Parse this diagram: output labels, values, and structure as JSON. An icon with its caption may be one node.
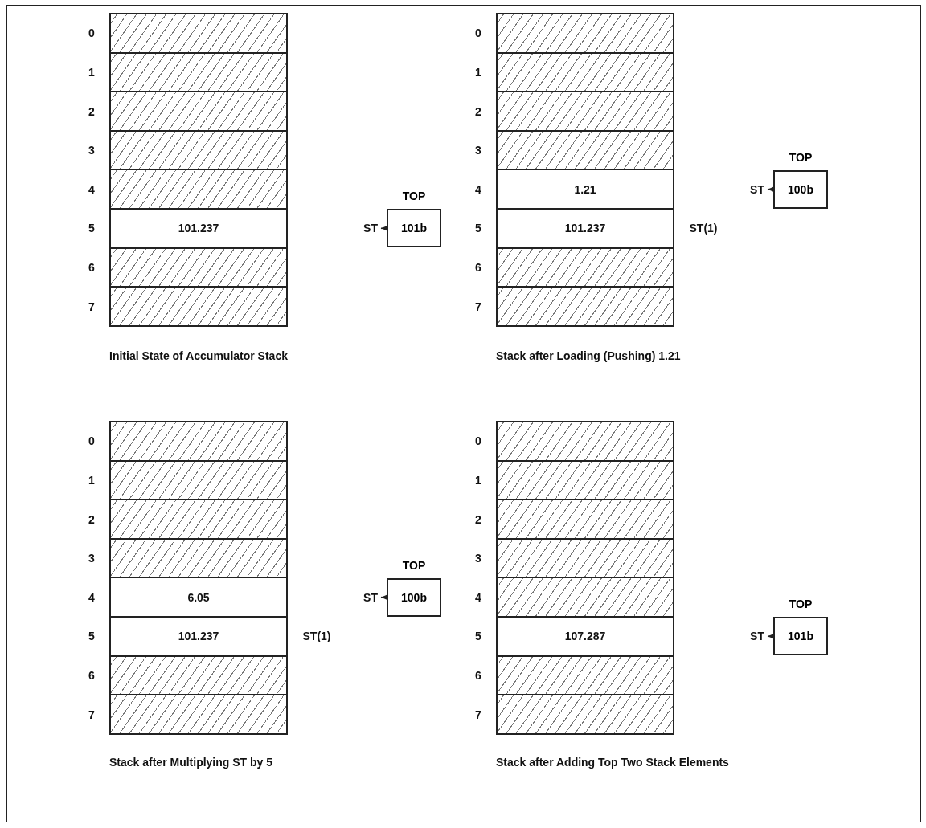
{
  "diagram": {
    "nodes": [
      {
        "text": [],
        "shape": "box",
        "beside": [
          "0"
        ]
      },
      {
        "text": [],
        "shape": "box",
        "beside": [
          "1"
        ]
      },
      {
        "text": [],
        "shape": "box",
        "beside": [
          "2"
        ]
      },
      {
        "text": [],
        "shape": "box",
        "beside": [
          "3"
        ]
      },
      {
        "text": [],
        "shape": "box",
        "beside": [
          "4"
        ]
      },
      {
        "text": [
          "101.237"
        ],
        "beside": [
          "5"
        ]
      },
      {
        "text": [],
        "shape": "box",
        "beside": [
          "6"
        ]
      },
      {
        "text": [],
        "shape": "box",
        "beside": [
          "7"
        ]
      },
      {
        "text": [
          "ST"
        ]
      },
      {
        "text": [
          "TOP",
          "101b"
        ]
      },
      {
        "text": [],
        "shape": "box",
        "beside": [
          "0"
        ]
      },
      {
        "text": [],
        "shape": "box",
        "beside": [
          "1"
        ]
      },
      {
        "text": [],
        "shape": "box",
        "beside": [
          "2"
        ]
      },
      {
        "text": [],
        "shape": "box",
        "beside": [
          "3"
        ]
      },
      {
        "text": [
          "1.21"
        ],
        "beside": [
          "4"
        ]
      },
      {
        "text": [
          "101.237"
        ],
        "beside": [
          "5"
        ]
      },
      {
        "text": [],
        "shape": "box",
        "beside": [
          "6"
        ]
      },
      {
        "text": [],
        "shape": "box",
        "beside": [
          "7"
        ]
      },
      {
        "text": [
          "ST"
        ]
      },
      {
        "text": [
          "TOP",
          "100b"
        ]
      },
      {
        "text": [],
        "shape": "box",
        "beside": [
          "0"
        ]
      },
      {
        "text": [],
        "shape": "box",
        "beside": [
          "1"
        ]
      },
      {
        "text": [],
        "shape": "box",
        "beside": [
          "2"
        ]
      },
      {
        "text": [],
        "shape": "box",
        "beside": [
          "3"
        ]
      },
      {
        "text": [
          "6.05"
        ],
        "beside": [
          "4"
        ]
      },
      {
        "text": [
          "101.237"
        ],
        "beside": [
          "5"
        ]
      },
      {
        "text": [],
        "shape": "box",
        "beside": [
          "6"
        ]
      },
      {
        "text": [],
        "shape": "box",
        "beside": [
          "7"
        ]
      },
      {
        "text": [
          "ST"
        ]
      },
      {
        "text": [
          "TOP",
          "100b"
        ]
      },
      {
        "text": [],
        "shape": "box",
        "beside": [
          "0"
        ]
      },
      {
        "text": [],
        "shape": "box",
        "beside": [
          "1"
        ]
      },
      {
        "text": [],
        "shape": "box",
        "beside": [
          "2"
        ]
      },
      {
        "text": [],
        "shape": "box",
        "beside": [
          "3"
        ]
      },
      {
        "text": [],
        "shape": "box",
        "beside": [
          "4"
        ]
      },
      {
        "text": [
          "107.287"
        ],
        "beside": [
          "5"
        ]
      },
      {
        "text": [],
        "shape": "box",
        "beside": [
          "6"
        ]
      },
      {
        "text": [],
        "shape": "box",
        "beside": [
          "7"
        ]
      },
      {
        "text": [
          "ST"
        ]
      },
      {
        "text": [
          "TOP",
          "101b"
        ]
      }
    ],
    "edges": [
      {
        "from": 9,
        "to": 8,
        "arrow": "to"
      },
      {
        "from": 19,
        "to": 18,
        "arrow": "to"
      },
      {
        "from": 29,
        "to": 28,
        "arrow": "to"
      },
      {
        "from": 39,
        "to": 38,
        "arrow": "to"
      }
    ],
    "labels": [
      "ST(1)",
      "Initial State of Accumulator Stack",
      "Stack after Loading (Pushing) 1.21",
      "ST(1)",
      "Stack after Multiplying ST by 5",
      "Stack after Adding Top Two Stack Elements"
    ]
  }
}
